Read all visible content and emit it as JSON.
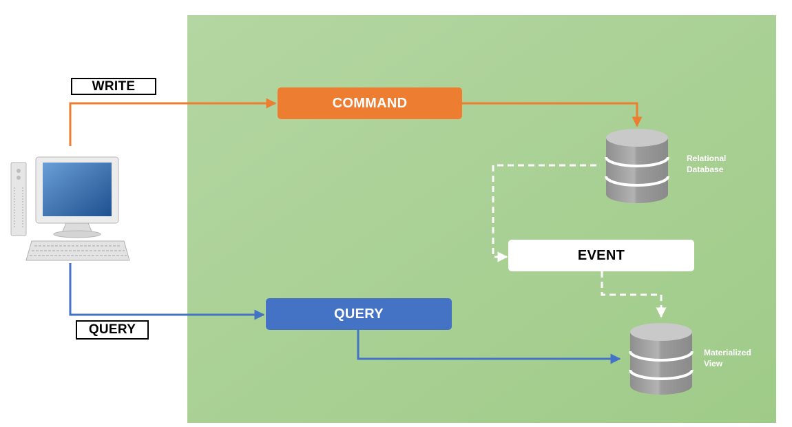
{
  "labels": {
    "write": "WRITE",
    "query": "QUERY"
  },
  "nodes": {
    "command": "COMMAND",
    "event": "EVENT",
    "query": "QUERY"
  },
  "databases": {
    "relational": "Relational\nDatabase",
    "materialized": "Materialized\nView"
  },
  "colors": {
    "panel": "#a7d092",
    "command": "#ed7d31",
    "query": "#4472c4",
    "event": "#ffffff",
    "database": "#a6a6a6"
  }
}
